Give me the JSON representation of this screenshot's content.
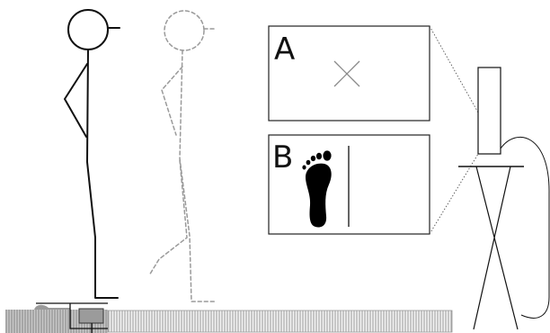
{
  "panels": [
    {
      "id": "A",
      "label": "A",
      "content": "cross-icon"
    },
    {
      "id": "B",
      "label": "B",
      "content": "footprint-icon"
    }
  ],
  "colors": {
    "figure_solid": "#111111",
    "figure_dashed": "#9a9a9a",
    "walkway_fill": "#f2f2f2",
    "walkway_stripe": "#9a9a9a",
    "sensor_fill": "#9b9b9b",
    "rug_fill": "#b6b6b6"
  }
}
